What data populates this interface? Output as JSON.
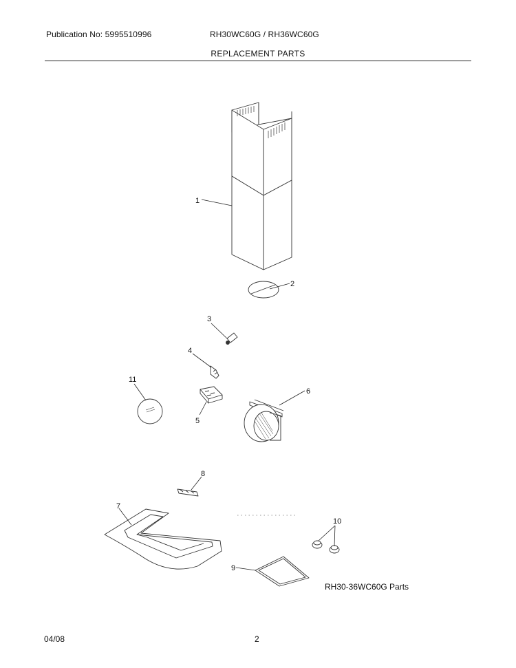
{
  "header": {
    "publication": "Publication No: 5995510996",
    "models": "RH30WC60G / RH36WC60G",
    "title": "REPLACEMENT PARTS"
  },
  "diagram": {
    "callouts": [
      "1",
      "2",
      "3",
      "4",
      "5",
      "6",
      "7",
      "8",
      "9",
      "10",
      "11"
    ],
    "caption": "RH30-36WC60G Parts"
  },
  "footer": {
    "date": "04/08",
    "page": "2"
  }
}
